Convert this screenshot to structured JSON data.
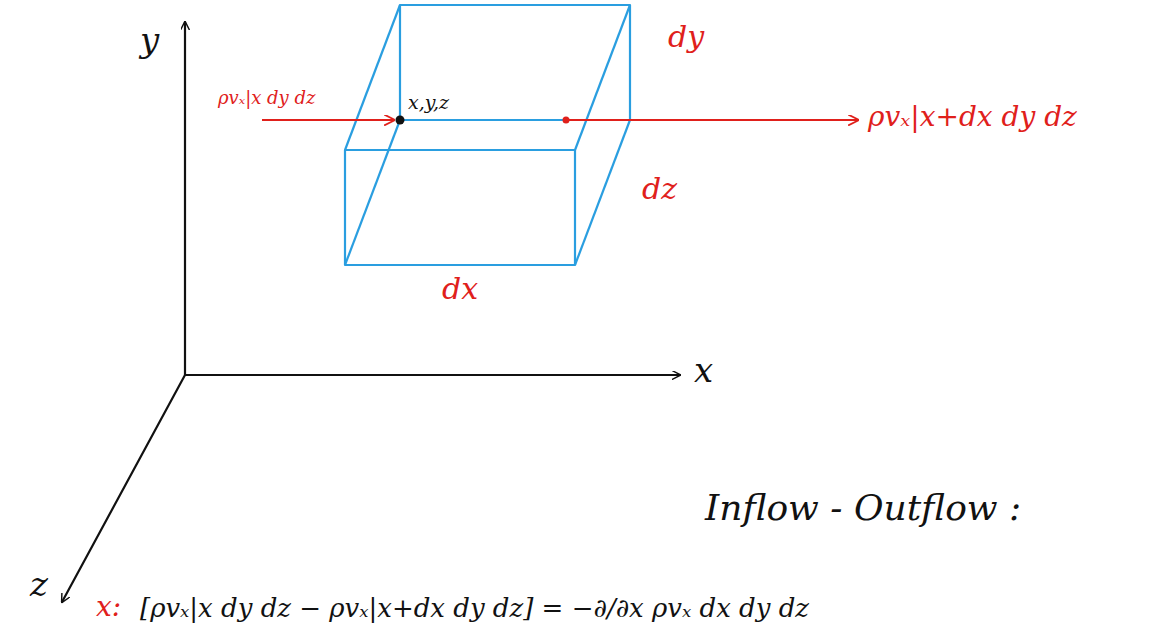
{
  "diagram": {
    "labels": [
      "y",
      "x,y,z",
      "dy",
      "ρvₓ|x dy dz",
      "ρvₓ|x+dx dy dz",
      "dz",
      "dx",
      "x",
      "Inflow - Outflow :",
      "z",
      "x:",
      "[ρvₓ|x dy dz − ρvₓ|x+dx dy dz] = −∂/∂x ρvₓ dx dy dz"
    ]
  }
}
